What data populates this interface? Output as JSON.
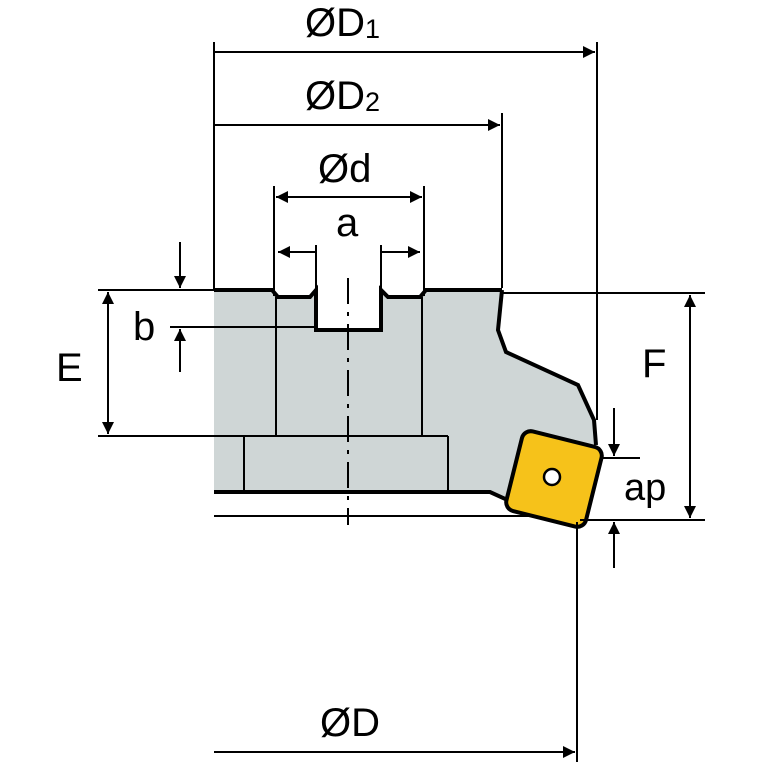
{
  "colors": {
    "body_fill": "#cfd6d6",
    "insert_fill": "#f6c21a",
    "outline": "#000000",
    "dim_line": "#000000",
    "background": "#ffffff"
  },
  "labels": {
    "D1": {
      "prefix": "ØD",
      "sub": "1"
    },
    "D2": {
      "prefix": "ØD",
      "sub": "2"
    },
    "d": "Ød",
    "a": "a",
    "b": "b",
    "E": "E",
    "F": "F",
    "ap": "ap",
    "D": "ØD"
  }
}
